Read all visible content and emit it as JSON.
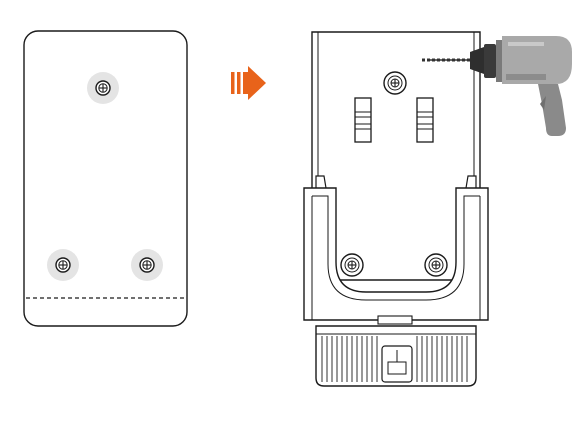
{
  "diagram": {
    "type": "mounting-instruction",
    "steps": [
      {
        "name": "wall-plate-template",
        "screw_holes": 3,
        "has_dashed_cut_line": true
      },
      {
        "name": "mounted-bracket-with-device",
        "screw_holes": 3,
        "tool": "drill-icon"
      }
    ],
    "icons": [
      "arrow-right-icon",
      "drill-icon",
      "screw-icon"
    ],
    "colors": {
      "outline": "#1a1a1a",
      "screw_halo": "#e4e4e4",
      "arrow": "#e8631a",
      "drill_body": "#a9a9a9",
      "drill_dark": "#6f6f6f",
      "drill_bit": "#333333"
    }
  }
}
